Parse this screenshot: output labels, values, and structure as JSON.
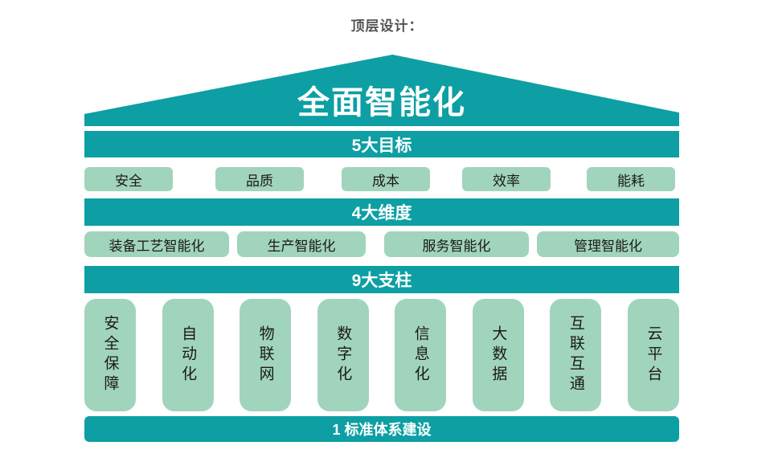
{
  "header": {
    "title": "顶层设计："
  },
  "roof": {
    "label": "全面智能化"
  },
  "goals": {
    "bar_label": "5大目标",
    "items": [
      "安全",
      "品质",
      "成本",
      "效率",
      "能耗"
    ]
  },
  "dimensions": {
    "bar_label": "4大维度",
    "items": [
      "装备工艺智能化",
      "生产智能化",
      "服务智能化",
      "管理智能化"
    ]
  },
  "pillars": {
    "bar_label": "9大支柱",
    "items": [
      "安全保障",
      "自动化",
      "物联网",
      "数字化",
      "信息化",
      "大数据",
      "互联互通",
      "云平台"
    ]
  },
  "base": {
    "label": "1 标准体系建设"
  },
  "colors": {
    "teal": "#0d9fa3",
    "light_green": "#a1d4bc",
    "bar_text": "#ffffff",
    "box_text": "#1a1a1a",
    "title_text": "#545454"
  }
}
